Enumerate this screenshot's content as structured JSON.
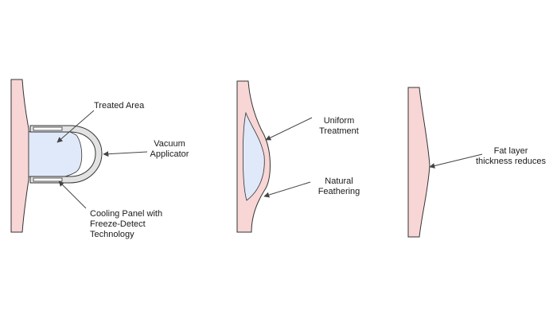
{
  "labels": {
    "treated_area": "Treated Area",
    "vacuum_applicator": "Vacuum\nApplicator",
    "cooling_panel": "Cooling Panel with\nFreeze-Detect\nTechnology",
    "uniform_treatment": "Uniform\nTreatment",
    "natural_feathering": "Natural\nFeathering",
    "fat_layer": "Fat layer\nthickness reduces"
  },
  "colors": {
    "skin_fill": "#f8d6d6",
    "tissue_fill": "#dfe9f9",
    "applicator_fill": "#e2e2e2",
    "outline": "#333333",
    "arrow": "#444444",
    "text": "#1a1a1a"
  }
}
